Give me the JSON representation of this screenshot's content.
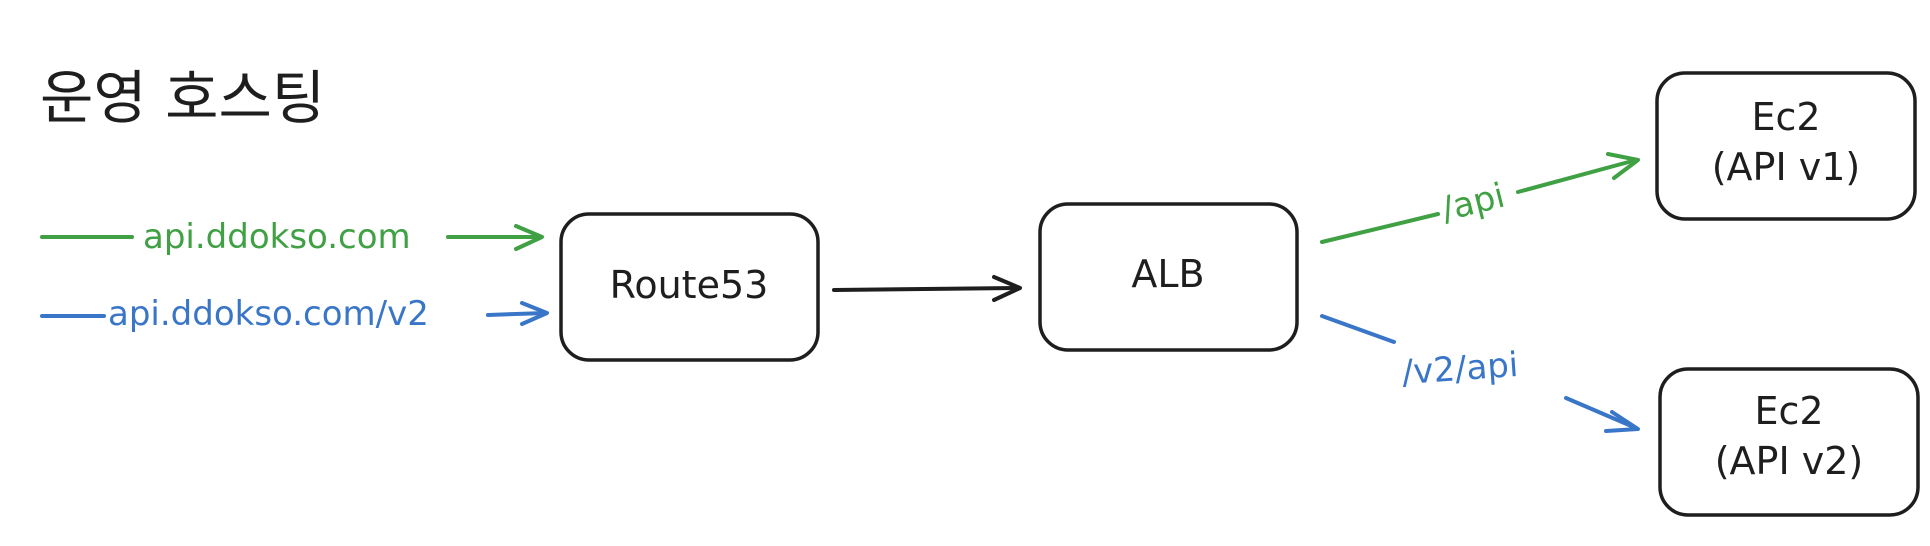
{
  "title": "운영 호스팅",
  "colors": {
    "ink": "#1e1e1e",
    "green": "#40a044",
    "blue": "#3a76c8",
    "background": "#ffffff"
  },
  "nodes": {
    "route53": {
      "label": "Route53"
    },
    "alb": {
      "label": "ALB"
    },
    "ec2_v1": {
      "line1": "Ec2",
      "line2": "(API v1)"
    },
    "ec2_v2": {
      "line1": "Ec2",
      "line2": "(API v2)"
    }
  },
  "edges": {
    "in_v1": {
      "label": "api.ddokso.com",
      "color": "green"
    },
    "in_v2": {
      "label": "api.ddokso.com/v2",
      "color": "blue"
    },
    "route_to_alb": {
      "label": ""
    },
    "alb_to_v1": {
      "label": "/api",
      "color": "green"
    },
    "alb_to_v2": {
      "label": "/v2/api",
      "color": "blue"
    }
  }
}
